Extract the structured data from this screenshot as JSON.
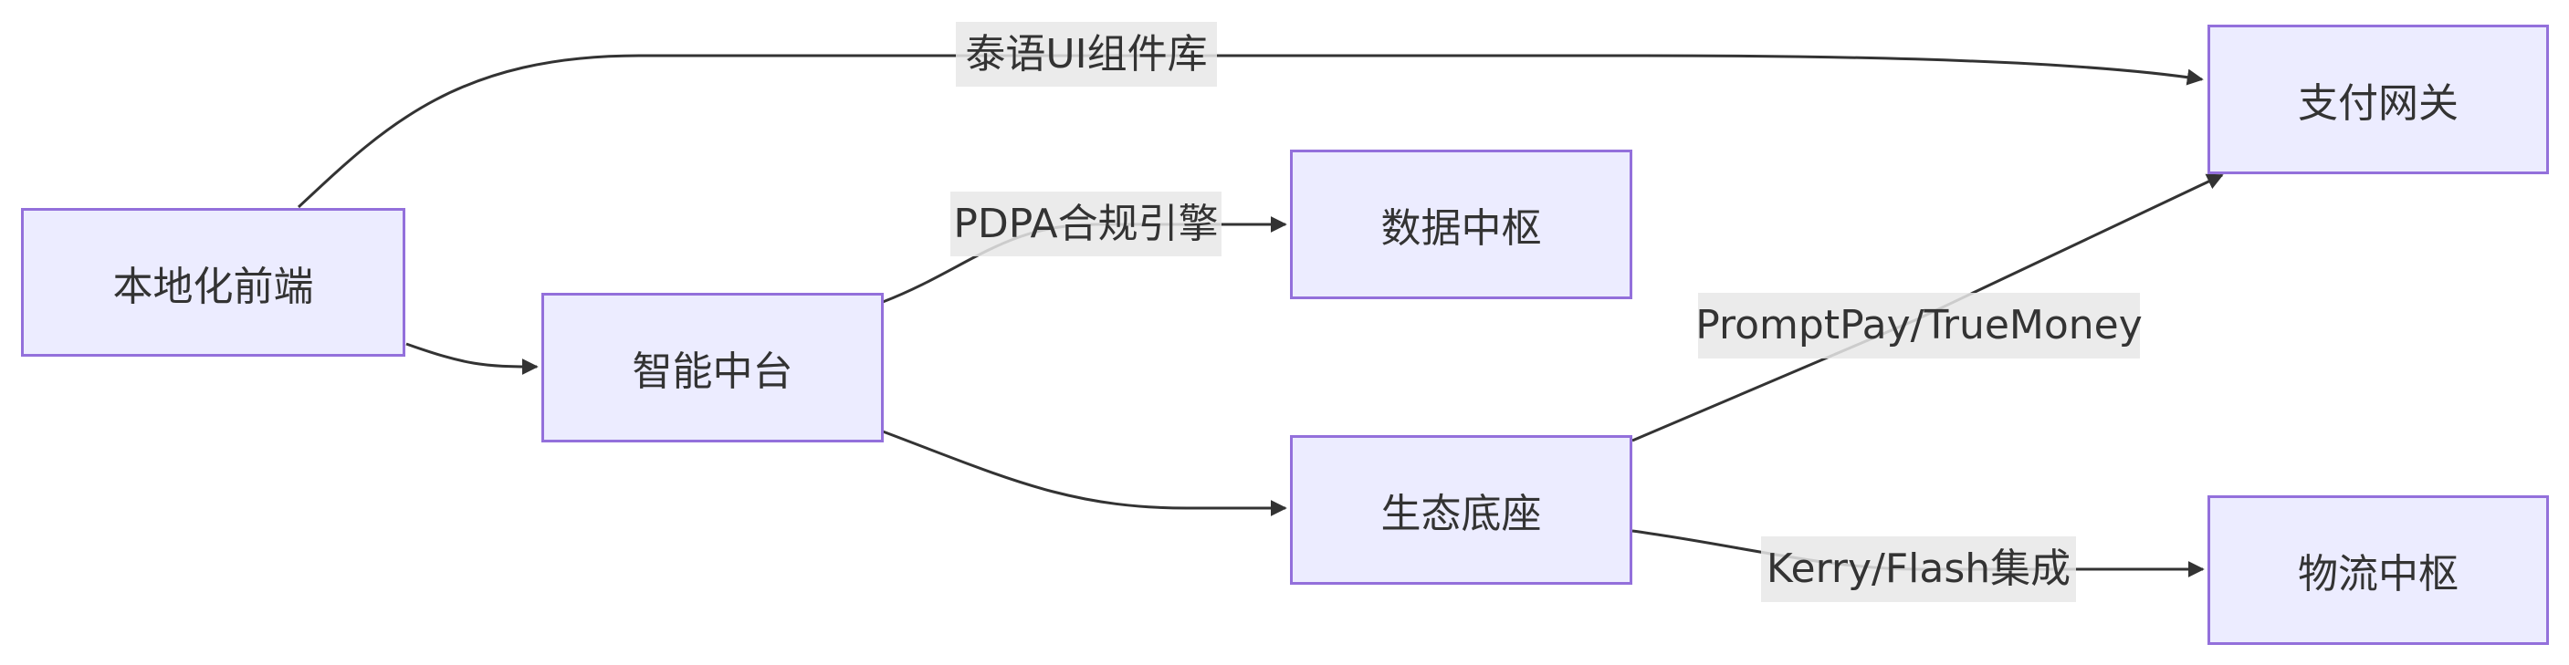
{
  "diagram": {
    "type": "flowchart",
    "direction": "LR",
    "colors": {
      "node_fill": "#ECECFF",
      "node_border": "#9370DB",
      "edge": "#333333",
      "label_bg": "#E8E8E8",
      "text": "#333333"
    },
    "nodes": [
      {
        "id": "frontend",
        "label": "本地化前端"
      },
      {
        "id": "middle",
        "label": "智能中台"
      },
      {
        "id": "data",
        "label": "数据中枢"
      },
      {
        "id": "eco",
        "label": "生态底座"
      },
      {
        "id": "pay",
        "label": "支付网关"
      },
      {
        "id": "logistics",
        "label": "物流中枢"
      }
    ],
    "edges": [
      {
        "from": "frontend",
        "to": "pay",
        "label": "泰语UI组件库"
      },
      {
        "from": "frontend",
        "to": "middle",
        "label": ""
      },
      {
        "from": "middle",
        "to": "data",
        "label": "PDPA合规引擎"
      },
      {
        "from": "middle",
        "to": "eco",
        "label": ""
      },
      {
        "from": "eco",
        "to": "pay",
        "label": "PromptPay/TrueMoney"
      },
      {
        "from": "eco",
        "to": "logistics",
        "label": "Kerry/Flash集成"
      }
    ]
  }
}
